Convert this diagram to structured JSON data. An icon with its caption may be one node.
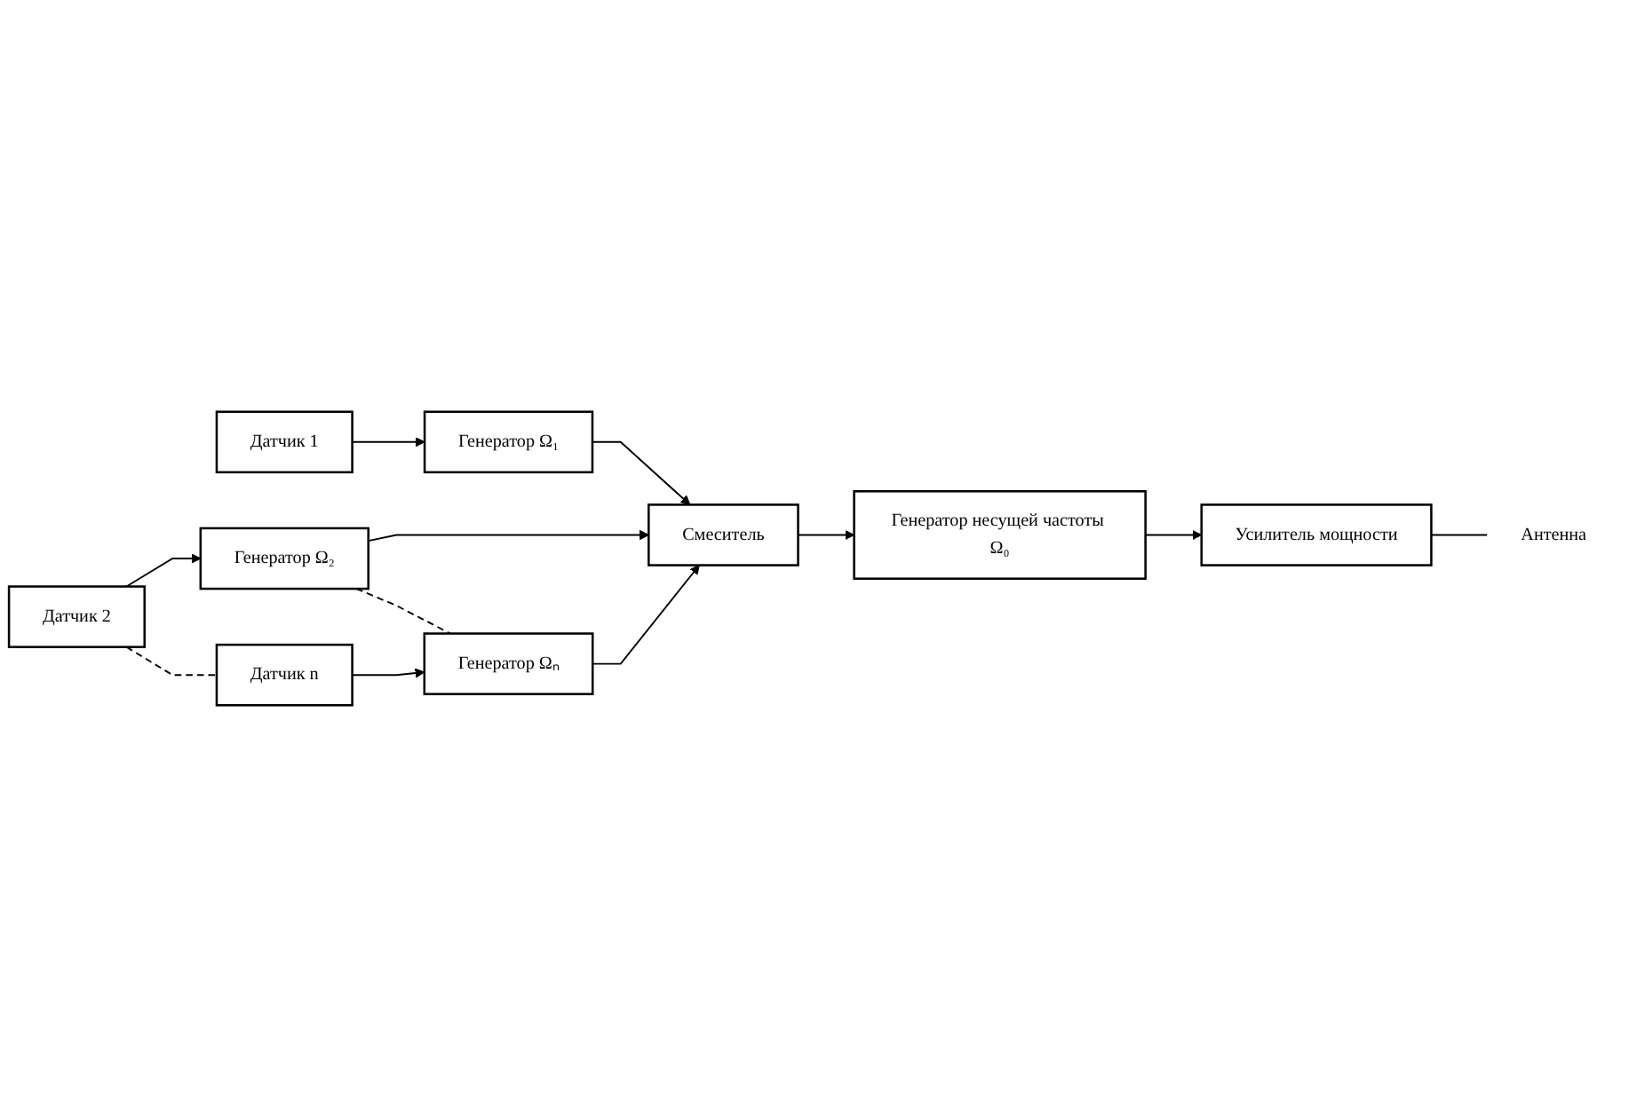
{
  "diagram": {
    "nodes": [
      {
        "text": [
          "Датчик 1"
        ]
      },
      {
        "text": [
          "Генератор Ω₁"
        ]
      },
      {
        "text": [
          "Датчик 2"
        ]
      },
      {
        "text": [
          "Генератор Ω₂"
        ]
      },
      {
        "text": [
          "Датчик n"
        ]
      },
      {
        "text": [
          "Генератор Ωₙ"
        ]
      },
      {
        "text": [
          "Смеситель"
        ]
      },
      {
        "text": [
          "Генератор несущей частоты Ω₀"
        ]
      },
      {
        "text": [
          "Усилитель мощности"
        ]
      },
      {
        "text": [
          "Антенна"
        ]
      }
    ],
    "edges": [
      {
        "from": 0,
        "to": 1,
        "arrow": "to"
      },
      {
        "from": 2,
        "to": 3,
        "arrow": "to"
      },
      {
        "from": 4,
        "to": 5,
        "arrow": "to"
      },
      {
        "from": 1,
        "to": 6,
        "arrow": "to"
      },
      {
        "from": 3,
        "to": 6,
        "arrow": "to"
      },
      {
        "from": 5,
        "to": 6,
        "arrow": "to"
      },
      {
        "from": 6,
        "to": 7,
        "arrow": "to"
      },
      {
        "from": 7,
        "to": 8,
        "arrow": "to"
      },
      {
        "from": 8,
        "to": 9,
        "arrow": "none"
      },
      {
        "from": 2,
        "to": 4,
        "arrow": "none",
        "style": "dashed"
      },
      {
        "from": 3,
        "to": 5,
        "arrow": "none",
        "style": "dashed"
      }
    ]
  }
}
